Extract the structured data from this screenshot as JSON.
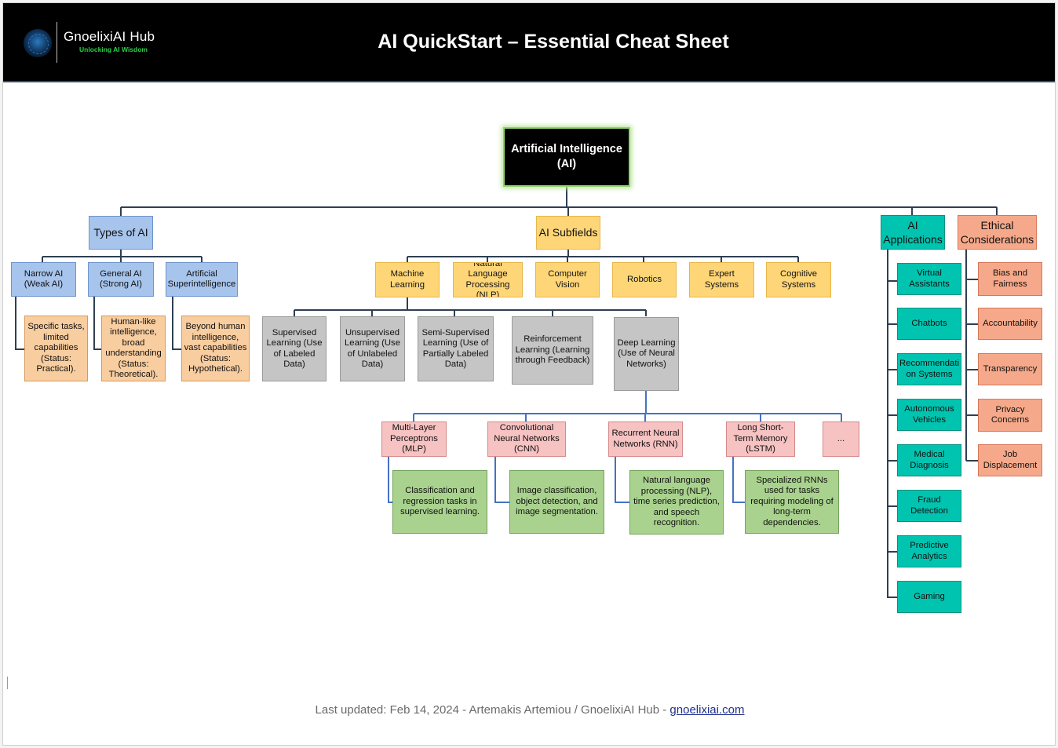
{
  "header": {
    "brand_name": "GnoelixiAI Hub",
    "brand_tagline": "Unlocking AI Wisdom",
    "title": "AI QuickStart – Essential Cheat Sheet"
  },
  "nodes": {
    "root": "Artificial Intelligence (AI)",
    "types": "Types of AI",
    "narrow": "Narrow AI (Weak AI)",
    "general": "General AI (Strong AI)",
    "asi": "Artificial Superintelligence",
    "narrow_desc": "Specific tasks, limited capabilities (Status: Practical).",
    "general_desc": "Human-like intelligence, broad understanding (Status: Theoretical).",
    "asi_desc": "Beyond human intelligence, vast capabilities (Status: Hypothetical).",
    "subfields": "AI Subfields",
    "ml": "Machine Learning",
    "nlp": "Natural Language Processing (NLP)",
    "cv": "Computer Vision",
    "robotics": "Robotics",
    "expert": "Expert Systems",
    "cognitive": "Cognitive Systems",
    "supervised": "Supervised Learning (Use of Labeled Data)",
    "unsupervised": "Unsupervised Learning (Use of Unlabeled Data)",
    "semi": "Semi-Supervised Learning (Use of Partially Labeled Data)",
    "reinforcement": "Reinforcement Learning (Learning through Feedback)",
    "deep": "Deep Learning (Use of Neural Networks)",
    "mlp": "Multi-Layer Perceptrons (MLP)",
    "cnn": "Convolutional Neural Networks (CNN)",
    "rnn": "Recurrent Neural Networks (RNN)",
    "lstm": "Long Short-Term Memory (LSTM)",
    "more": "...",
    "mlp_desc": "Classification and regression tasks in supervised learning.",
    "cnn_desc": "Image classification, object detection, and image segmentation.",
    "rnn_desc": "Natural language processing (NLP), time series prediction, and speech recognition.",
    "lstm_desc": "Specialized RNNs used for tasks requiring modeling of long-term dependencies.",
    "applications": "AI Applications",
    "app_items": [
      "Virtual Assistants",
      "Chatbots",
      "Recommendati on Systems",
      "Autonomous Vehicles",
      "Medical Diagnosis",
      "Fraud Detection",
      "Predictive Analytics",
      "Gaming"
    ],
    "ethics": "Ethical Considerations",
    "ethics_items": [
      "Bias and Fairness",
      "Accountability",
      "Transparency",
      "Privacy Concerns",
      "Job Displacement"
    ]
  },
  "footer": {
    "text": "Last updated: Feb 14, 2024 - Artemakis Artemiou / GnoelixiAI Hub - ",
    "link": "gnoelixiai.com"
  },
  "colors": {
    "header_bg": "#000000",
    "tagline": "#2bd14a",
    "connector_dark": "#2f3f52",
    "connector_blue": "#4472c4",
    "types": "#a7c4ec",
    "subfields": "#ffd677",
    "descriptions": "#f8cd9f",
    "ml_types": "#c5c5c5",
    "networks": "#f6c2c2",
    "network_uses": "#a9d28e",
    "applications": "#00c4b0",
    "ethics": "#f6a98a"
  }
}
